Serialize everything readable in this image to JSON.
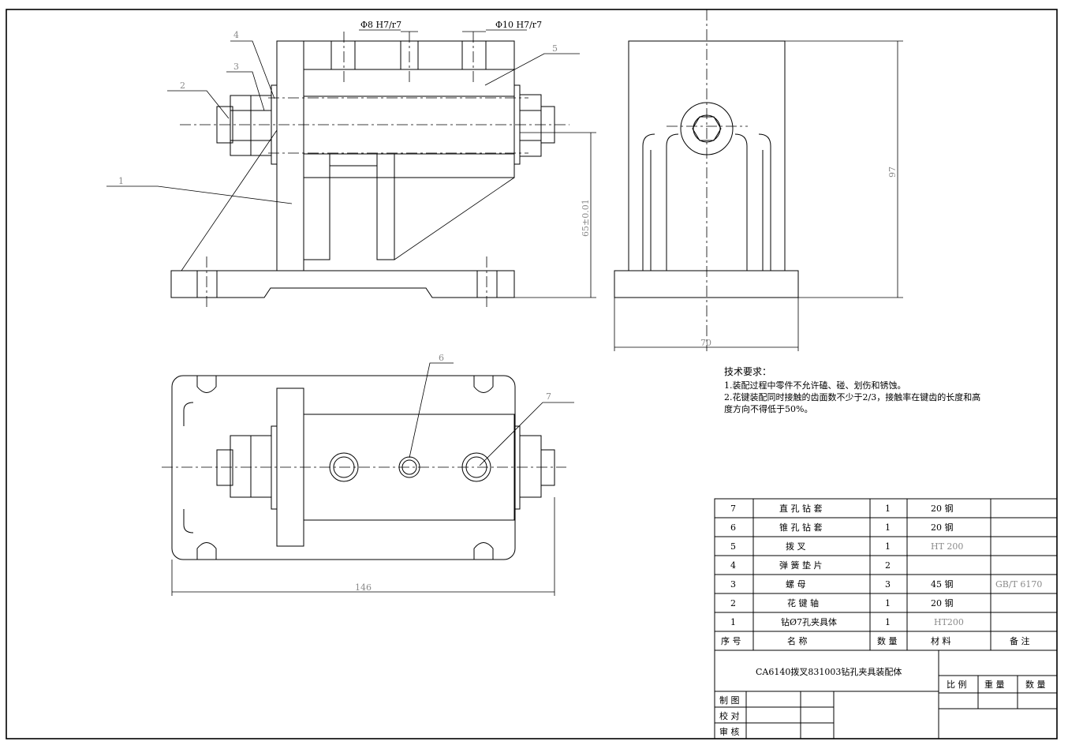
{
  "drawing": {
    "tolerance_labels": {
      "left_fit": "Φ8 H7/r7",
      "right_fit": "Φ10 H7/r7"
    },
    "part_callouts": [
      "1",
      "2",
      "3",
      "4",
      "5",
      "6",
      "7"
    ],
    "dimensions": {
      "height": "65±0.01",
      "total_height": "97",
      "side_width": "70",
      "plan_length": "146"
    }
  },
  "tech_requirements": {
    "heading": "技术要求：",
    "line1": "1.装配过程中零件不允许磕、碰、划伤和锈蚀。",
    "line2a": "2.花键装配同时接触的齿面数不少于2/3，接触率在键齿的长度和高",
    "line2b": "度方向不得低于50%。"
  },
  "bom": {
    "rows": [
      {
        "no": "7",
        "name": "直 孔 钻 套",
        "qty": "1",
        "material": "20  钢",
        "note": ""
      },
      {
        "no": "6",
        "name": "锥 孔 钻 套",
        "qty": "1",
        "material": "20  钢",
        "note": ""
      },
      {
        "no": "5",
        "name": "拨    叉",
        "qty": "1",
        "material": "HT  200",
        "note": ""
      },
      {
        "no": "4",
        "name": "弹 簧 垫 片",
        "qty": "2",
        "material": "",
        "note": ""
      },
      {
        "no": "3",
        "name": "螺    母",
        "qty": "3",
        "material": "45  钢",
        "note": "GB/T 6170"
      },
      {
        "no": "2",
        "name": "花  键  轴",
        "qty": "1",
        "material": "20  钢",
        "note": ""
      },
      {
        "no": "1",
        "name": "钻Ø7孔夹具体",
        "qty": "1",
        "material": "HT200",
        "note": ""
      }
    ],
    "header": {
      "no": "序 号",
      "name": "名    称",
      "qty": "数 量",
      "material": "材    料",
      "note": "备  注"
    }
  },
  "title_block": {
    "title": "CA6140拨叉831003钻孔夹具装配体",
    "scale": "比 例",
    "weight": "重 量",
    "quantity": "数 量",
    "drawn": "制 图",
    "checked": "校 对",
    "approved": "审 核"
  }
}
